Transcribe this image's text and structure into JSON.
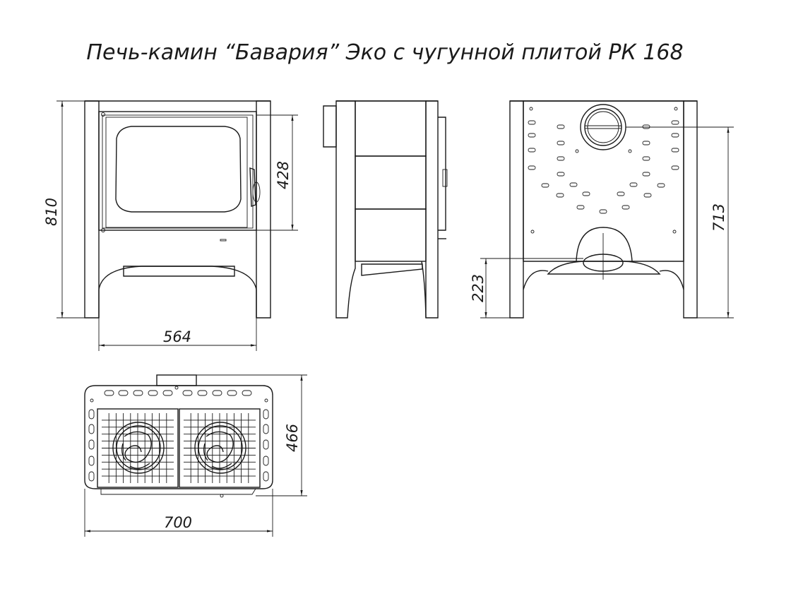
{
  "title": "Печь-камин “Бавария” Эко с чугунной плитой РК 168",
  "dimensions": {
    "front_height": "810",
    "front_door_height": "428",
    "front_width": "564",
    "back_height": "713",
    "back_outlet_height": "223",
    "top_depth": "466",
    "top_width": "700"
  },
  "colors": {
    "line": "#1a1a1a",
    "background": "#ffffff"
  }
}
